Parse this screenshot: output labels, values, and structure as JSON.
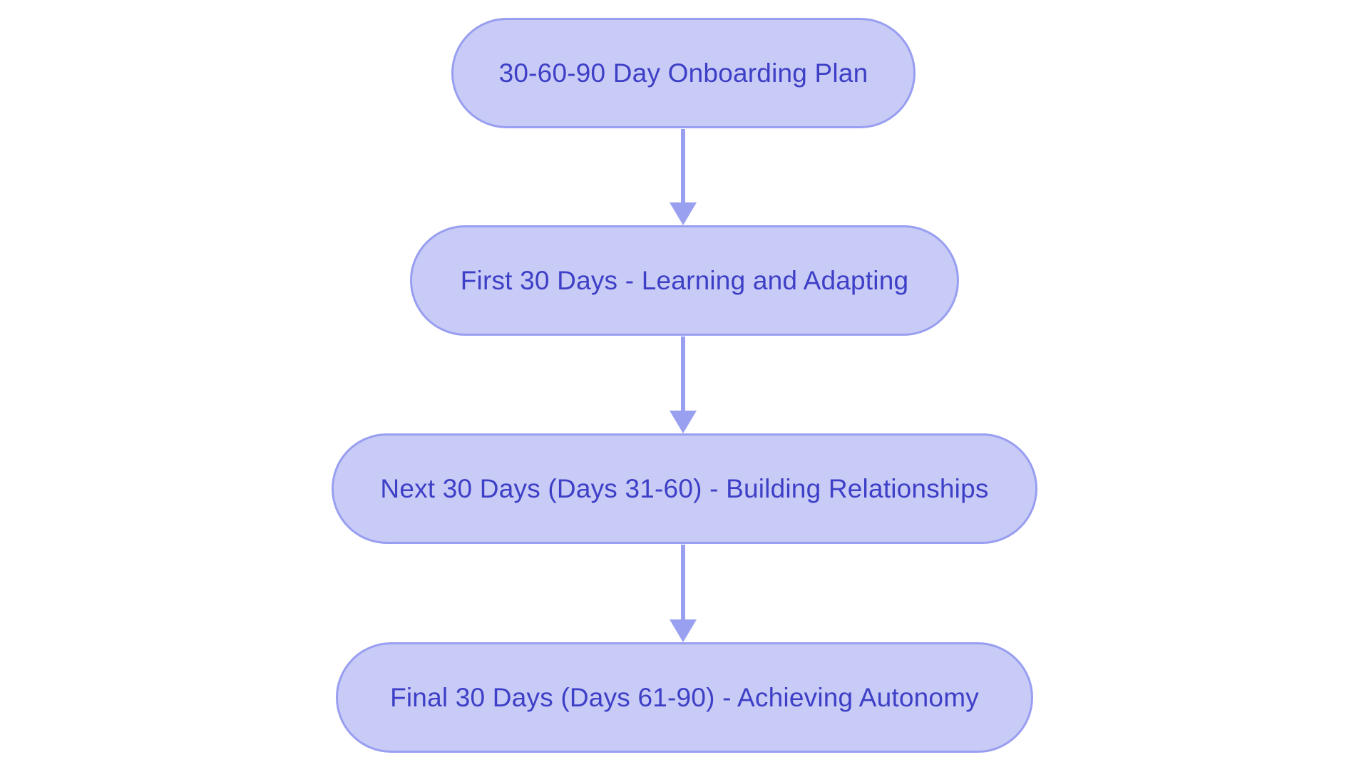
{
  "diagram": {
    "type": "flowchart",
    "direction": "top-down",
    "nodes": [
      {
        "id": "plan",
        "label": "30-60-90 Day Onboarding Plan"
      },
      {
        "id": "phase1",
        "label": "First 30 Days - Learning and Adapting"
      },
      {
        "id": "phase2",
        "label": "Next 30 Days (Days 31-60) - Building Relationships"
      },
      {
        "id": "phase3",
        "label": "Final 30 Days (Days 61-90) - Achieving Autonomy"
      }
    ],
    "edges": [
      {
        "from": "plan",
        "to": "phase1",
        "style": "solid-arrow"
      },
      {
        "from": "phase1",
        "to": "phase2",
        "style": "solid-arrow"
      },
      {
        "from": "phase2",
        "to": "phase3",
        "style": "solid-arrow"
      }
    ],
    "colors": {
      "background": "#ffffff",
      "node_fill": "#c9cbf7",
      "node_border": "#989ef0",
      "text": "#3d3fc6",
      "arrow": "#99a0f0"
    }
  }
}
